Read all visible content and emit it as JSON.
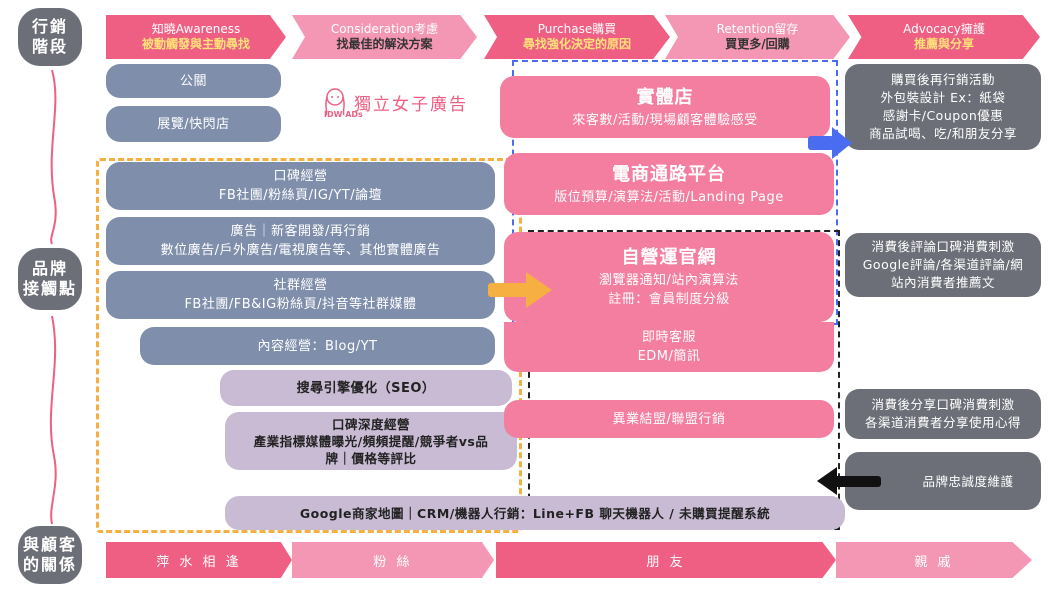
{
  "side_labels": {
    "stage": [
      "行銷",
      "階段"
    ],
    "touchpoints": [
      "品牌",
      "接觸點"
    ],
    "relationship": [
      "與顧客",
      "的關係"
    ]
  },
  "stages": [
    {
      "title": "知曉Awareness",
      "subtitle": "被動觸發與主動尋找"
    },
    {
      "title": "Consideration考慮",
      "subtitle": "找最佳的解決方案"
    },
    {
      "title": "Purchase購買",
      "subtitle": "尋找強化決定的原因"
    },
    {
      "title": "Retention留存",
      "subtitle": "買更多/回購"
    },
    {
      "title": "Advocacy擁護",
      "subtitle": "推薦與分享"
    }
  ],
  "logo": {
    "mark": "IDW ADs",
    "text": "獨立女子廣告"
  },
  "touchpoints": {
    "pr": "公關",
    "expo": "展覽/快閃店",
    "wom": {
      "title": "口碑經營",
      "detail": "FB社團/粉絲頁/IG/YT/論壇"
    },
    "ads": {
      "title": "廣告｜新客開發/再行銷",
      "detail": "數位廣告/戶外廣告/電視廣告等、其他實體廣告"
    },
    "social": {
      "title": "社群經營",
      "detail": "FB社團/FB&IG粉絲頁/抖音等社群媒體"
    },
    "content": "內容經營：Blog/YT",
    "seo": "搜尋引擎優化（SEO）",
    "deep_wom": {
      "title": "口碑深度經營",
      "detail1": "產業指標媒體曝光/頻頻提醒/競爭者vs品",
      "detail2": "牌｜價格等評比"
    },
    "google": "Google商家地圖｜CRM/機器人行銷：Line+FB 聊天機器人 / 未購買提醒系統"
  },
  "channels": {
    "store": {
      "title": "實體店",
      "detail": "來客數/活動/現場顧客體驗感受"
    },
    "ecom": {
      "title": "電商通路平台",
      "detail": "版位預算/演算法/活動/Landing Page"
    },
    "site": {
      "title": "自營運官網",
      "detail1": "瀏覽器通知/站內演算法",
      "detail2": "註冊：會員制度分級"
    },
    "live": {
      "line1": "即時客服",
      "line2": "EDM/簡訊"
    },
    "alliance": "異業結盟/聯盟行銷"
  },
  "advocacy": {
    "repurchase": [
      "購買後再行銷活動",
      "外包裝設計 Ex：紙袋",
      "感謝卡/Coupon優惠",
      "商品試喝、吃/和朋友分享"
    ],
    "review": [
      "消費後評論口碑消費刺激",
      "Google評論/各渠道評論/網",
      "站內消費者推薦文"
    ],
    "share": [
      "消費後分享口碑消費刺激",
      "各渠道消費者分享使用心得"
    ],
    "loyalty": "品牌忠誠度維護"
  },
  "relationships": [
    "萍 水 相 逢",
    "粉 絲",
    "朋 友",
    "親 戚"
  ],
  "colors": {
    "pink": "#ef5f84",
    "light_pink": "#f497b4",
    "slate": "#7f8eab",
    "lavender": "#c8bbd3",
    "grey": "#6c6f77",
    "orange": "#f5b041",
    "blue": "#4a6cf0"
  }
}
